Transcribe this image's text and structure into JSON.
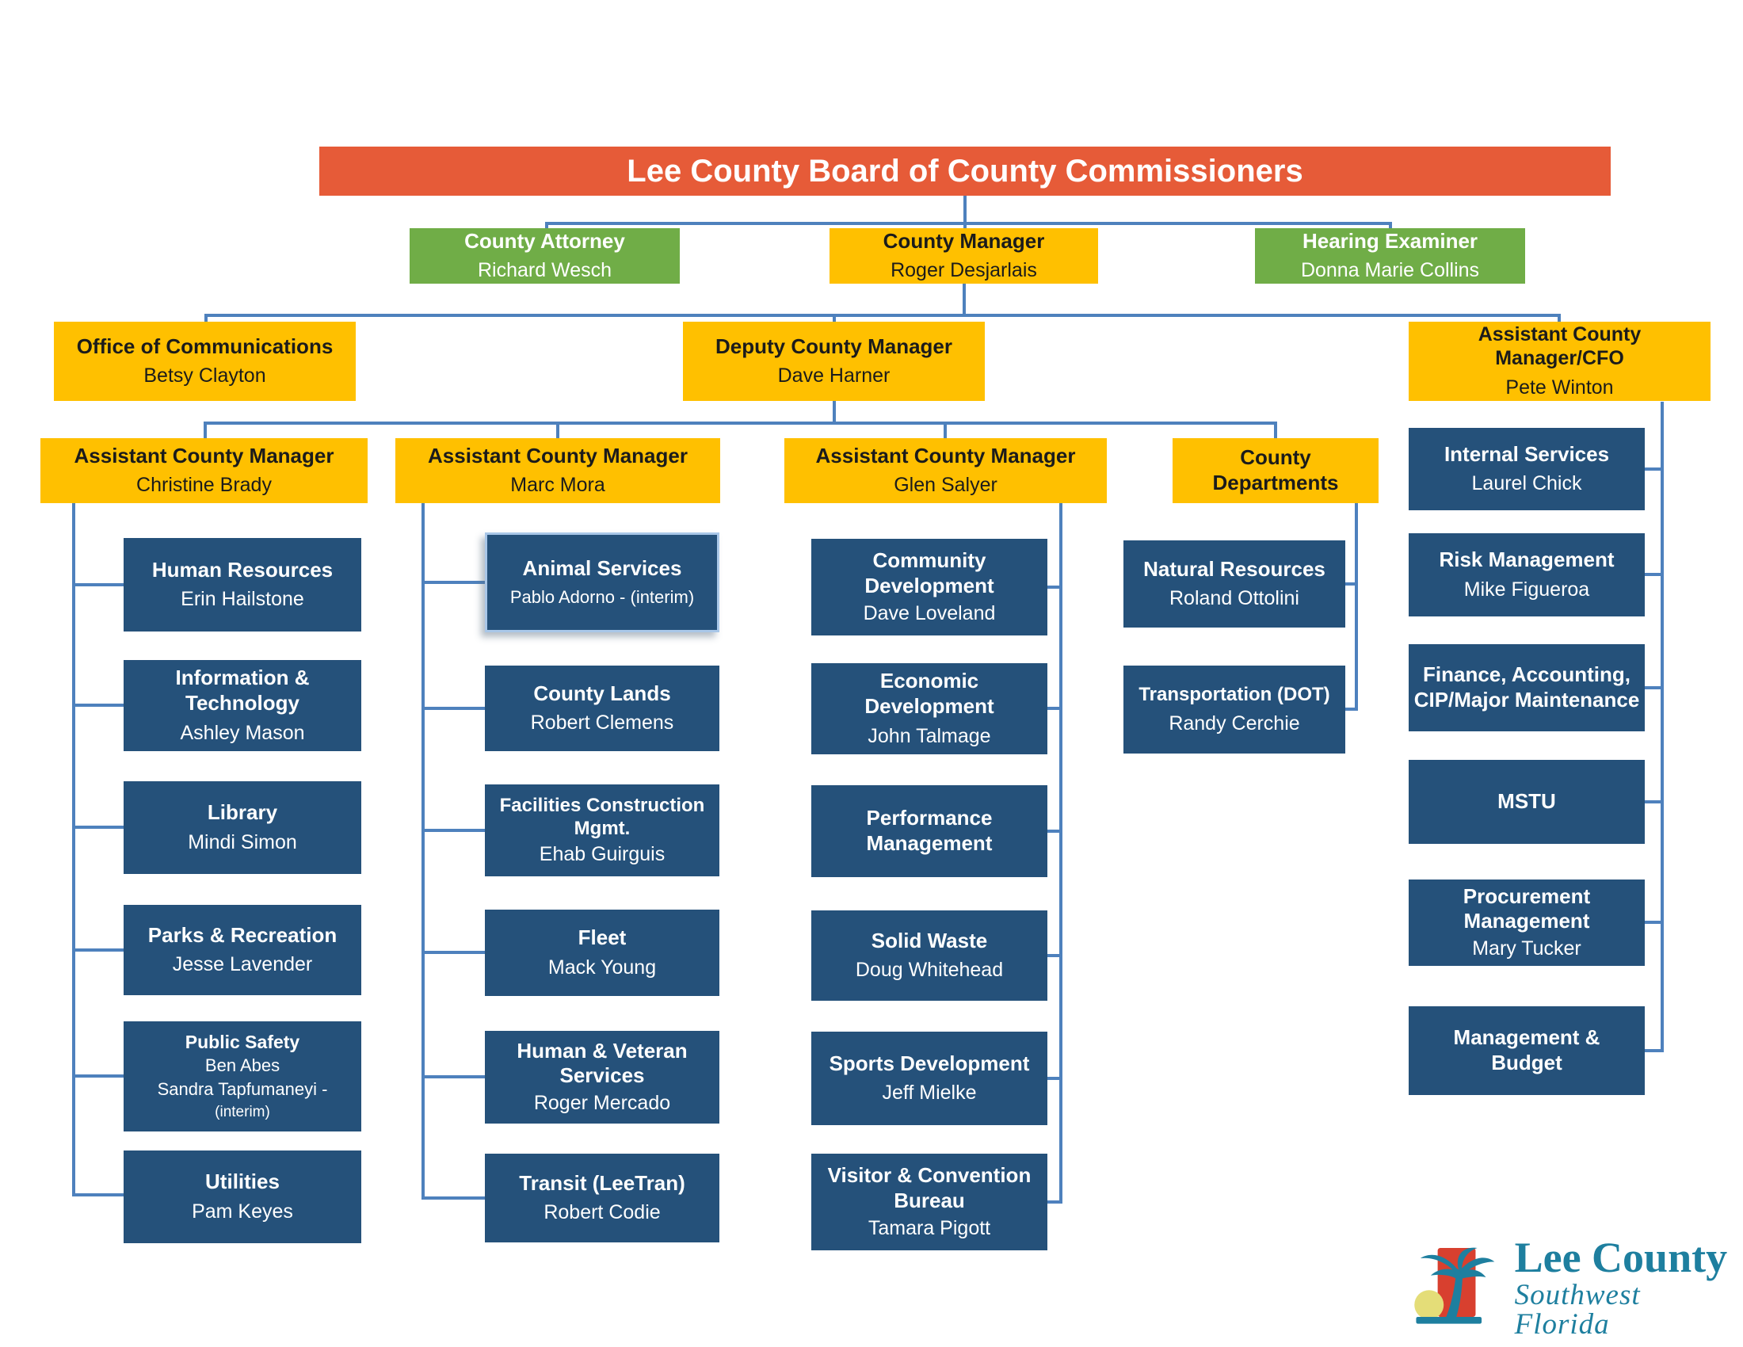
{
  "banner": {
    "title": "Lee County Board of County Commissioners"
  },
  "colors": {
    "banner_bg": "#E65B38",
    "gold": "#FFC000",
    "green": "#70AD47",
    "blue": "#25517A",
    "connector": "#4E81BD",
    "logo_teal": "#1E7F9F",
    "logo_red": "#D8402F",
    "logo_yellow": "#E4DD78"
  },
  "boxes": {
    "attorney": {
      "title": "County Attorney",
      "name": "Richard Wesch"
    },
    "manager": {
      "title": "County Manager",
      "name": "Roger Desjarlais"
    },
    "hearing": {
      "title": "Hearing Examiner",
      "name": "Donna Marie Collins"
    },
    "communications": {
      "title": "Office of Communications",
      "name": "Betsy Clayton"
    },
    "deputy": {
      "title": "Deputy County Manager",
      "name": "Dave Harner"
    },
    "cfo": {
      "title": "Assistant County Manager/CFO",
      "name": "Pete Winton"
    },
    "acm_brady": {
      "title": "Assistant County Manager",
      "name": "Christine Brady"
    },
    "acm_mora": {
      "title": "Assistant County Manager",
      "name": "Marc Mora"
    },
    "acm_salyer": {
      "title": "Assistant County Manager",
      "name": "Glen Salyer"
    },
    "departments": {
      "title": "County Departments"
    },
    "col1": [
      {
        "title": "Human Resources",
        "name": "Erin Hailstone"
      },
      {
        "title": "Information & Technology",
        "name": "Ashley Mason"
      },
      {
        "title": "Library",
        "name": "Mindi Simon"
      },
      {
        "title": "Parks & Recreation",
        "name": "Jesse Lavender"
      },
      {
        "title": "Public Safety",
        "name": "Ben Abes",
        "name2": "Sandra Tapfumaneyi -",
        "name3": "(interim)"
      },
      {
        "title": "Utilities",
        "name": "Pam Keyes"
      }
    ],
    "col2": [
      {
        "title": "Animal Services",
        "name": "Pablo Adorno - (interim)"
      },
      {
        "title": "County Lands",
        "name": "Robert Clemens"
      },
      {
        "title": "Facilities Construction Mgmt.",
        "name": "Ehab Guirguis"
      },
      {
        "title": "Fleet",
        "name": "Mack Young"
      },
      {
        "title": "Human & Veteran Services",
        "name": "Roger Mercado"
      },
      {
        "title": "Transit (LeeTran)",
        "name": "Robert Codie"
      }
    ],
    "col3": [
      {
        "title": "Community Development",
        "name": "Dave Loveland"
      },
      {
        "title": "Economic Development",
        "name": "John Talmage"
      },
      {
        "title": "Performance Management",
        "name": ""
      },
      {
        "title": "Solid Waste",
        "name": "Doug Whitehead"
      },
      {
        "title": "Sports Development",
        "name": "Jeff Mielke"
      },
      {
        "title": "Visitor & Convention Bureau",
        "name": "Tamara Pigott"
      }
    ],
    "col4": [
      {
        "title": "Natural Resources",
        "name": "Roland Ottolini"
      },
      {
        "title": "Transportation (DOT)",
        "name": "Randy Cerchie"
      }
    ],
    "col5": [
      {
        "title": "Internal Services",
        "name": "Laurel Chick"
      },
      {
        "title": "Risk Management",
        "name": "Mike Figueroa"
      },
      {
        "title": "Finance, Accounting, CIP/Major Maintenance",
        "name": ""
      },
      {
        "title": "MSTU",
        "name": ""
      },
      {
        "title": "Procurement Management",
        "name": "Mary Tucker"
      },
      {
        "title": "Management & Budget",
        "name": ""
      }
    ]
  },
  "logo": {
    "line1": "Lee County",
    "line2": "Southwest Florida"
  }
}
